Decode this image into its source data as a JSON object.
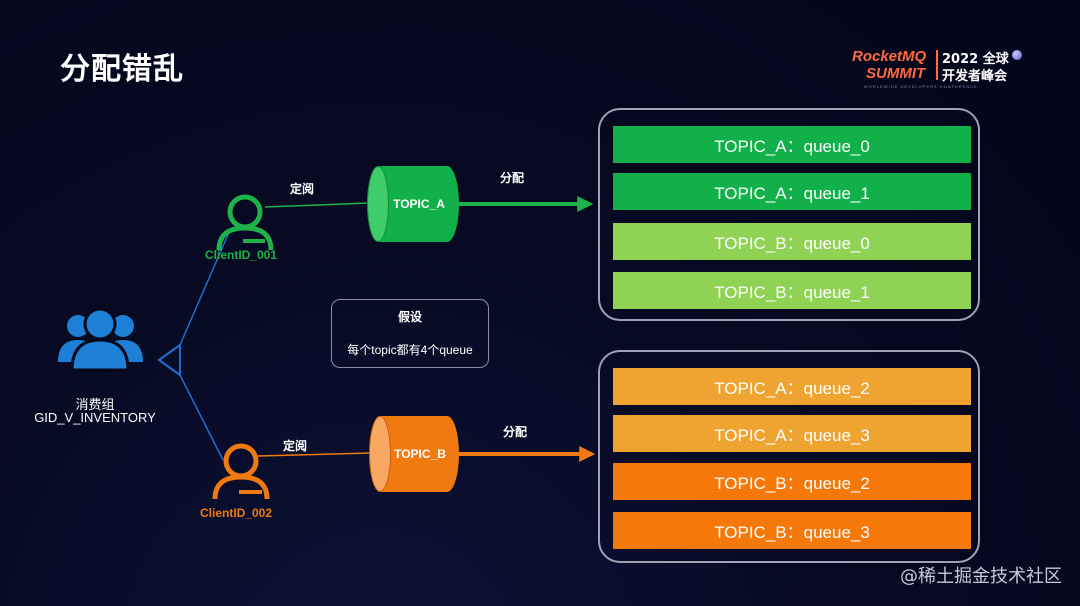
{
  "title": "分配错乱",
  "logo": {
    "line1": "RocketMQ",
    "line2": "SUMMIT",
    "right1": "2022 全球",
    "right2": "开发者峰会",
    "tagline": "WORLDWIDE DEVELOPERS CONFERENCE"
  },
  "consumer_group": {
    "label": "消费组",
    "name": "GID_V_INVENTORY",
    "icon": "user-group-icon",
    "color": "#1e7fd6"
  },
  "clients": [
    {
      "id": "ClientID_001",
      "icon": "user-icon",
      "color": "#1fb24a",
      "subscribe_label": "定阅",
      "topic": "TOPIC_A",
      "assign_label": "分配"
    },
    {
      "id": "ClientID_002",
      "icon": "user-icon",
      "color": "#f07a10",
      "subscribe_label": "定阅",
      "topic": "TOPIC_B",
      "assign_label": "分配"
    }
  ],
  "assumption": {
    "title": "假设",
    "body": "每个topic都有4个queue"
  },
  "panels": [
    {
      "queues": [
        {
          "label": "TOPIC_A：queue_0",
          "color": "#12b04a"
        },
        {
          "label": "TOPIC_A：queue_1",
          "color": "#12b04a"
        },
        {
          "label": "TOPIC_B：queue_0",
          "color": "#8fd254"
        },
        {
          "label": "TOPIC_B：queue_1",
          "color": "#8fd254"
        }
      ]
    },
    {
      "queues": [
        {
          "label": "TOPIC_A：queue_2",
          "color": "#efa432"
        },
        {
          "label": "TOPIC_A：queue_3",
          "color": "#efa432"
        },
        {
          "label": "TOPIC_B：queue_2",
          "color": "#f5780a"
        },
        {
          "label": "TOPIC_B：queue_3",
          "color": "#f5780a"
        }
      ]
    }
  ],
  "watermark": "@稀土掘金技术社区"
}
